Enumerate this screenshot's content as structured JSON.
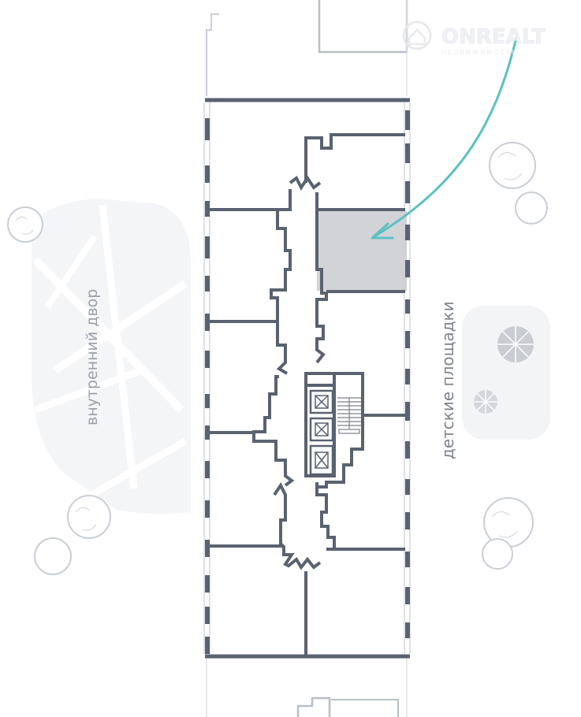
{
  "labels": {
    "courtyard": "внутренний двор",
    "playgrounds": "детские площадки"
  },
  "watermark": {
    "brand": "ONREALT",
    "tagline": "НЕДВИЖИМОСТЬ"
  },
  "colors": {
    "wall": "#5a6270",
    "highlight": "#d1d3d6",
    "arrow": "#5cc0c3",
    "landscape": "#f3f4f6",
    "tree_stroke": "#c9ced6"
  },
  "icons": [
    "logo-house-icon",
    "tree-icon",
    "elevator-icon",
    "stairs-icon",
    "arrow-pointer-icon"
  ]
}
